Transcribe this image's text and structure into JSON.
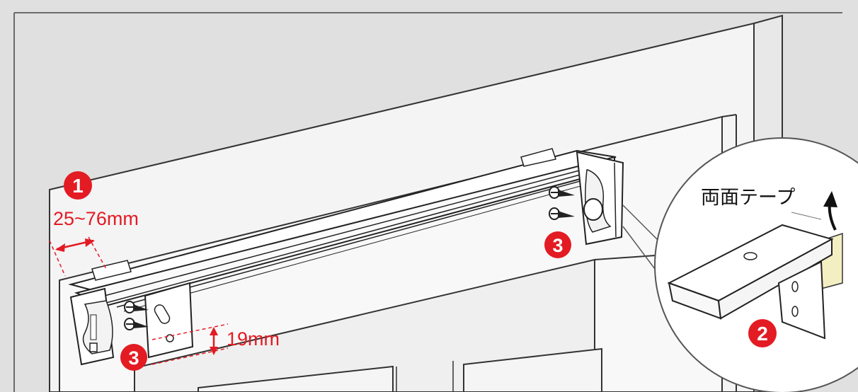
{
  "steps": {
    "step1": "1",
    "step2": "2",
    "step3_right": "3",
    "step3_left": "3"
  },
  "dimensions": {
    "width_range": "25~76mm",
    "height": "19mm"
  },
  "detail": {
    "tape_label": "両面テープ"
  },
  "colors": {
    "accent_red": "#e31b23",
    "line": "#2b2b2b",
    "wall_gray": "#dedede",
    "wall_inner": "#f2f2f2",
    "tape_cream": "#f3efc3"
  }
}
